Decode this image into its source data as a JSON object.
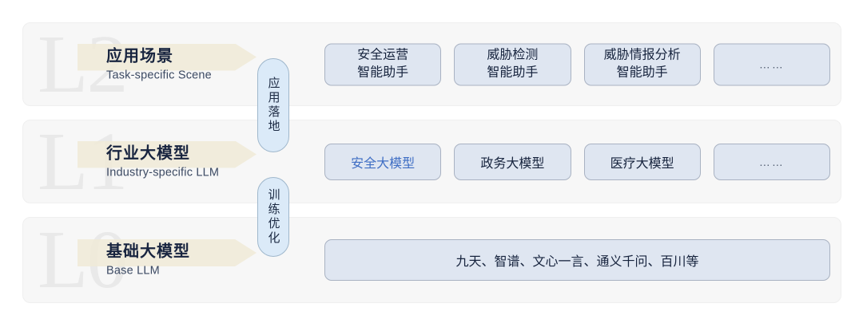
{
  "diagram": {
    "title": "LLM capability layer stack",
    "colors": {
      "row_bg": "#f7f7f7",
      "card_bg": "#dfe6f1",
      "card_border": "#a9b2c2",
      "pill_bg": "#dbeaf8",
      "pill_border": "#9fb7cc",
      "banner_beige": "#f0ead7",
      "watermark": "#e9e9e9",
      "accent_text": "#3f6ec4",
      "title_text": "#18243f"
    }
  },
  "layers": [
    {
      "watermark": "L2",
      "title_cn": "应用场景",
      "title_en": "Task-specific Scene",
      "cards": [
        {
          "line1": "安全运营",
          "line2": "智能助手"
        },
        {
          "line1": "威胁检测",
          "line2": "智能助手"
        },
        {
          "line1": "威胁情报分析",
          "line2": "智能助手"
        },
        {
          "line1": "……",
          "line2": ""
        }
      ]
    },
    {
      "watermark": "L1",
      "title_cn": "行业大模型",
      "title_en": "Industry-specific LLM",
      "cards": [
        {
          "line1": "安全大模型",
          "accent": true
        },
        {
          "line1": "政务大模型"
        },
        {
          "line1": "医疗大模型"
        },
        {
          "line1": "……"
        }
      ]
    },
    {
      "watermark": "L0",
      "title_cn": "基础大模型",
      "title_en": "Base LLM",
      "cards": [
        {
          "line1": "九天、智谱、文心一言、通义千问、百川等"
        }
      ]
    }
  ],
  "connectors": [
    {
      "label": "应用落地"
    },
    {
      "label": "训练优化"
    }
  ]
}
